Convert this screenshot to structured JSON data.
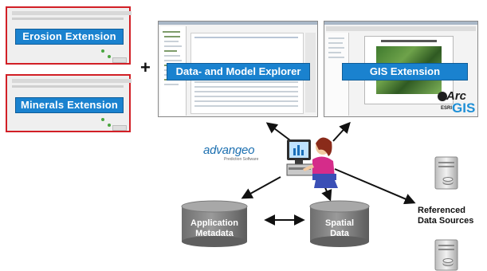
{
  "extensions": {
    "erosion_label": "Erosion Extension",
    "minerals_label": "Minerals Extension"
  },
  "plus_symbol": "+",
  "screens": {
    "explorer_label": "Data- and Model Explorer",
    "gis_label": "GIS Extension"
  },
  "arcgis_logo": {
    "arc": "Arc",
    "esri": "ESRI",
    "gis": "GIS"
  },
  "advangeo_logo": {
    "name": "advangeo",
    "tagline": "Prediction Software"
  },
  "storage": {
    "application_metadata": [
      "Application",
      "Metadata"
    ],
    "spatial_data": [
      "Spatial",
      "Data"
    ],
    "referenced_sources": [
      "Referenced",
      "Data Sources"
    ]
  },
  "colors": {
    "accent_blue": "#1a82cf",
    "panel_border_red": "#d21f26",
    "cylinder_gray": "#8c8c8c"
  }
}
